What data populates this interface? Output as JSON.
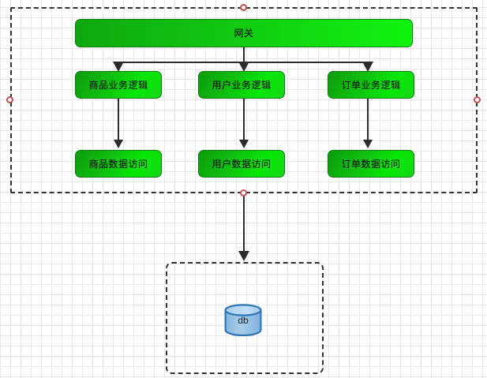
{
  "diagram": {
    "title_text": "",
    "background": {
      "grid_minor_color": "#e8e8e8",
      "grid_major_color": "#d2d2d2",
      "canvas_color": "#ffffff"
    },
    "groups": [
      {
        "id": "services",
        "label": "",
        "border_style": "dashed",
        "border_color": "#333333"
      },
      {
        "id": "database",
        "label": "",
        "border_style": "dashed",
        "border_color": "#333333"
      }
    ],
    "nodes": {
      "gateway": {
        "label": "网关",
        "fill_start": "#0ea80e",
        "fill_end": "#0ff40f",
        "stroke": "#0d7a0d"
      },
      "logic": [
        {
          "label": "商品业务逻辑"
        },
        {
          "label": "用户业务逻辑"
        },
        {
          "label": "订单业务逻辑"
        }
      ],
      "data_access": [
        {
          "label": "商品数据访问"
        },
        {
          "label": "用户数据访问"
        },
        {
          "label": "订单数据访问"
        }
      ],
      "database": {
        "label": "db",
        "fill": "#9DC3E6",
        "stroke": "#2E75B6"
      }
    },
    "handles": [
      {
        "name": "handle-top-center",
        "color": "#c0504d"
      },
      {
        "name": "handle-left-middle",
        "color": "#c0504d"
      },
      {
        "name": "handle-right-middle",
        "color": "#c0504d"
      },
      {
        "name": "handle-bottom-center",
        "color": "#c0504d"
      }
    ],
    "connector_color": "#2b2b2b"
  }
}
